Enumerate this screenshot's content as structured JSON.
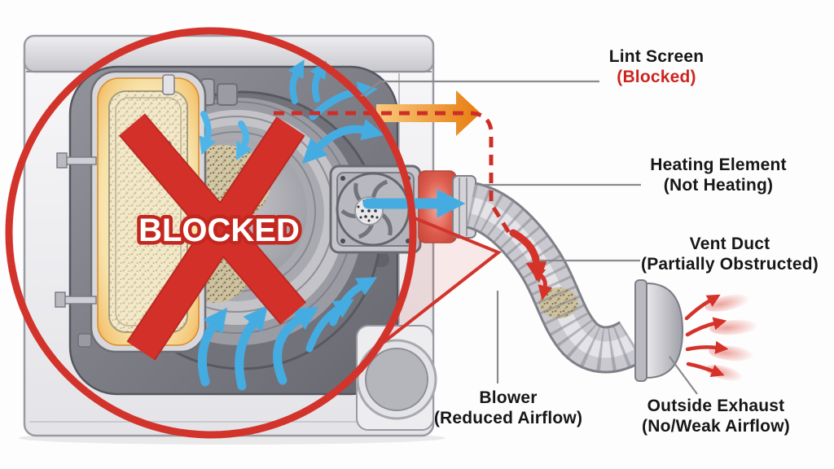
{
  "diagram": {
    "stamp": {
      "text": "BLOCKED"
    },
    "labels": {
      "lint_screen": {
        "title": "Lint Screen",
        "status": "(Blocked)"
      },
      "heating_element": {
        "title": "Heating Element",
        "status": "(Not Heating)"
      },
      "vent_duct": {
        "title": "Vent Duct",
        "status": "(Partially Obstructed)"
      },
      "blower": {
        "title": "Blower",
        "status": "(Reduced Airflow)"
      },
      "outside_exhaust": {
        "title": "Outside Exhaust",
        "status": "(No/Weak Airflow)"
      }
    },
    "colors": {
      "alert_red": "#D2342C",
      "status_red": "#CE2420",
      "airflow_blue": "#45ACE2",
      "heat_orange": "#EE8E2A",
      "label_black": "#171717",
      "background": "#FDFDFD"
    }
  }
}
